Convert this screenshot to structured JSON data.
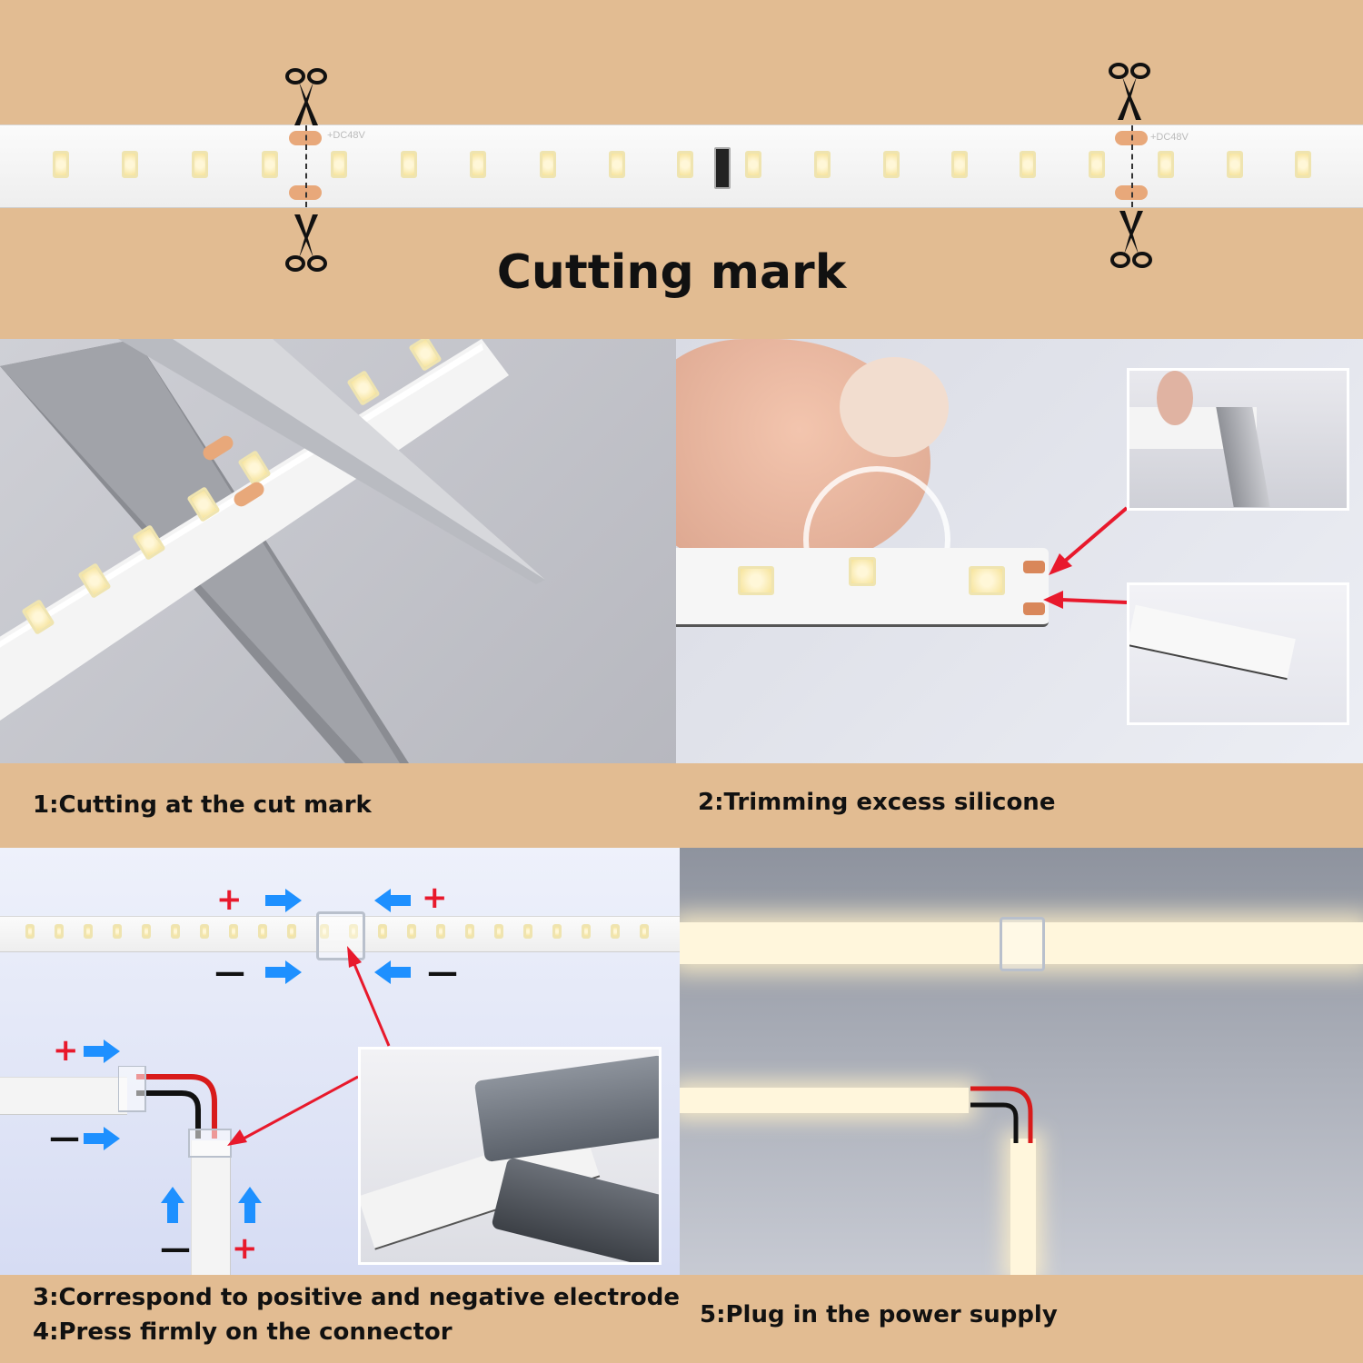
{
  "header": {
    "title": "Cutting mark",
    "strip_label": "+DC48V"
  },
  "steps": [
    {
      "label": "1:Cutting at the cut mark"
    },
    {
      "label": "2:Trimming excess silicone"
    },
    {
      "label": "3:Correspond to positive and negative electrode"
    },
    {
      "label": "4:Press firmly on the connector"
    },
    {
      "label": "5:Plug in the power supply"
    }
  ],
  "signs": {
    "plus": "+",
    "minus": "—"
  },
  "icons": {
    "scissors": "scissors-icon",
    "arrow": "blue-arrow-icon",
    "pointer": "red-pointer-arrow"
  },
  "colors": {
    "background": "#e2bc92",
    "plus": "#e8192c",
    "minus": "#111111",
    "arrow": "#1e90ff",
    "pointer": "#e8192c"
  }
}
